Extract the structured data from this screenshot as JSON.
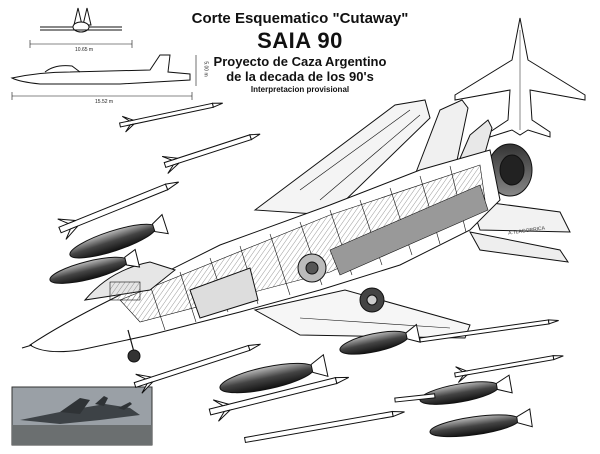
{
  "title": {
    "line1": "Corte Esquematico \"Cutaway\"",
    "line2": "SAIA 90",
    "line3": "Proyecto de Caza Argentino",
    "line4": "de la decada de los 90's",
    "line5": "Interpretacion provisional"
  },
  "dimensions": {
    "wingspan": "10.65 m",
    "length": "15.52 m",
    "height": "5.00 m"
  },
  "signature": "A.TLAGORRICA",
  "colors": {
    "ink": "#111111",
    "background": "#ffffff",
    "photo_sky": "#9aa0a6",
    "photo_ground": "#6b6f70"
  }
}
